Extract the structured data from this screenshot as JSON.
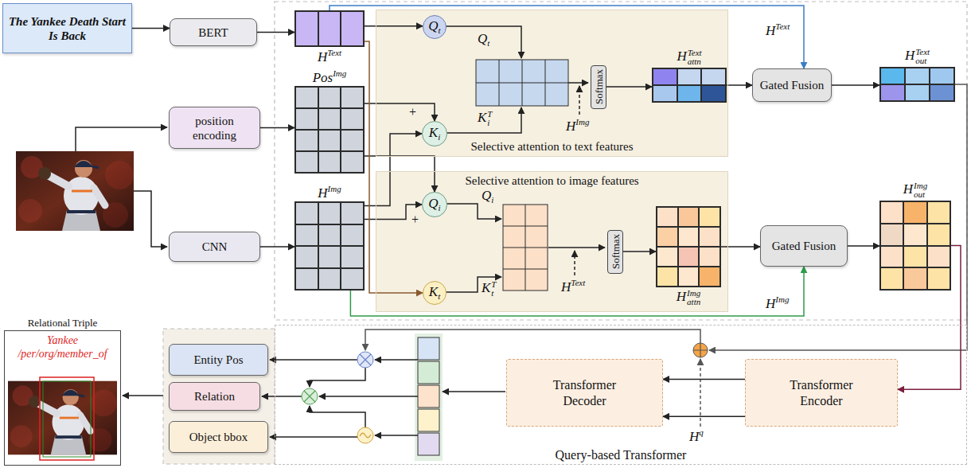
{
  "diagram": {
    "nodes": [
      {
        "text": [
          "The Yankee Death Start Is Back"
        ]
      },
      {
        "text": [
          "BERT"
        ]
      },
      {
        "text": [
          "position encoding"
        ]
      },
      {
        "text": [
          "CNN"
        ]
      },
      {
        "text": [
          "H",
          "Text"
        ]
      },
      {
        "text": [
          "Pos",
          "Img"
        ]
      },
      {
        "text": [
          "H",
          "Img"
        ]
      },
      {
        "text": [
          "Selective attention to text features"
        ]
      },
      {
        "text": [
          "Q",
          "t"
        ],
        "in": 7
      },
      {
        "text": [
          "K",
          "i"
        ],
        "in": 7
      },
      {
        "text": [
          "Softmax"
        ],
        "in": 7
      },
      {
        "text": [
          "H",
          "Text",
          "attn"
        ],
        "in": 7
      },
      {
        "text": [
          "Selective attention to image features"
        ]
      },
      {
        "text": [
          "Q",
          "i"
        ],
        "in": 12
      },
      {
        "text": [
          "K",
          "t"
        ],
        "in": 12
      },
      {
        "text": [
          "Softmax"
        ],
        "in": 12
      },
      {
        "text": [
          "H",
          "Img",
          "attn"
        ],
        "in": 12
      },
      {
        "text": [
          "Gated Fusion"
        ]
      },
      {
        "text": [
          "H",
          "Text",
          "out"
        ]
      },
      {
        "text": [
          "Gated Fusion"
        ]
      },
      {
        "text": [
          "H",
          "Img",
          "out"
        ]
      },
      {
        "text": [
          "Query-based Transformer"
        ]
      },
      {
        "text": [
          "Transformer Decoder"
        ],
        "in": 21
      },
      {
        "text": [
          "Transformer Encoder"
        ],
        "in": 21
      },
      {
        "text": [
          "Entity Pos"
        ]
      },
      {
        "text": [
          "Relation"
        ]
      },
      {
        "text": [
          "Object bbox"
        ]
      },
      {
        "text": [
          "Relational Triple",
          "Yankee /per/org/member_of"
        ]
      }
    ],
    "edges": [
      {
        "from": 0,
        "to": 1,
        "arrow": "to"
      },
      {
        "from": 1,
        "to": 4,
        "arrow": "to"
      },
      {
        "from": 2,
        "to": 5,
        "arrow": "to"
      },
      {
        "from": 3,
        "to": 6,
        "arrow": "to"
      },
      {
        "from": 4,
        "to": 8,
        "arrow": "to"
      },
      {
        "from": 5,
        "to": 9,
        "arrow": "to"
      },
      {
        "from": 6,
        "to": 9,
        "arrow": "to"
      },
      {
        "from": 5,
        "to": 13,
        "arrow": "to"
      },
      {
        "from": 6,
        "to": 13,
        "arrow": "to"
      },
      {
        "from": 4,
        "to": 14,
        "arrow": "to"
      },
      {
        "from": 10,
        "to": 11,
        "arrow": "to"
      },
      {
        "from": 11,
        "to": 17,
        "arrow": "to"
      },
      {
        "from": 17,
        "to": 18,
        "arrow": "to"
      },
      {
        "from": 4,
        "to": 17,
        "arrow": "to"
      },
      {
        "from": 15,
        "to": 16,
        "arrow": "to"
      },
      {
        "from": 16,
        "to": 19,
        "arrow": "to"
      },
      {
        "from": 19,
        "to": 20,
        "arrow": "to"
      },
      {
        "from": 6,
        "to": 19,
        "arrow": "to"
      },
      {
        "from": 20,
        "to": 23,
        "arrow": "to"
      },
      {
        "from": 23,
        "to": 22,
        "arrow": "to"
      },
      {
        "from": 23,
        "to": 22,
        "arrow": "to"
      }
    ],
    "labels": [
      "+",
      "+",
      "Q",
      "t",
      "K",
      "i",
      "T",
      "H",
      "Img",
      "Q",
      "i",
      "K",
      "t",
      "T",
      "H",
      "Text",
      "H",
      "Text",
      "H",
      "Img",
      "H",
      "q"
    ]
  }
}
